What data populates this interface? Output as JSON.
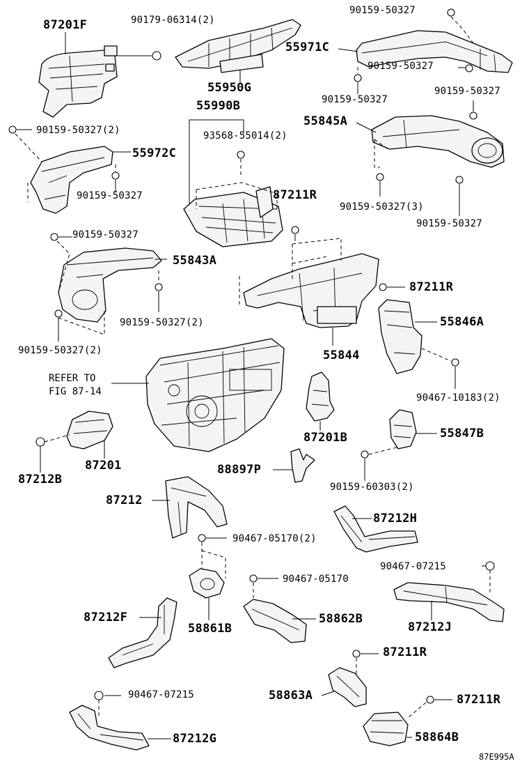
{
  "callouts": [
    {
      "id": "87201F",
      "text": "87201F"
    },
    {
      "id": "90179-06314",
      "text": "90179-06314(2)"
    },
    {
      "id": "90159-50327-a",
      "text": "90159-50327"
    },
    {
      "id": "55971C",
      "text": "55971C"
    },
    {
      "id": "90159-50327-b",
      "text": "90159-50327"
    },
    {
      "id": "55950G",
      "text": "55950G"
    },
    {
      "id": "90159-50327-c",
      "text": "90159-50327"
    },
    {
      "id": "90159-50327-d",
      "text": "90159-50327"
    },
    {
      "id": "55990B",
      "text": "55990B"
    },
    {
      "id": "55845A",
      "text": "55845A"
    },
    {
      "id": "90159-50327-e",
      "text": "90159-50327(2)"
    },
    {
      "id": "93568-55014",
      "text": "93568-55014(2)"
    },
    {
      "id": "55972C",
      "text": "55972C"
    },
    {
      "id": "90159-50327-f",
      "text": "90159-50327"
    },
    {
      "id": "87211R-a",
      "text": "87211R"
    },
    {
      "id": "90159-50327-g",
      "text": "90159-50327(3)"
    },
    {
      "id": "90159-50327-h",
      "text": "90159-50327"
    },
    {
      "id": "90159-50327-i",
      "text": "90159-50327"
    },
    {
      "id": "55843A",
      "text": "55843A"
    },
    {
      "id": "87211R-b",
      "text": "87211R"
    },
    {
      "id": "90159-50327-j",
      "text": "90159-50327(2)"
    },
    {
      "id": "55846A",
      "text": "55846A"
    },
    {
      "id": "90159-50327-k",
      "text": "90159-50327(2)"
    },
    {
      "id": "55844",
      "text": "55844"
    },
    {
      "id": "90467-10183",
      "text": "90467-10183(2)"
    },
    {
      "id": "87201B",
      "text": "87201B"
    },
    {
      "id": "55847B",
      "text": "55847B"
    },
    {
      "id": "87212B",
      "text": "87212B"
    },
    {
      "id": "87201",
      "text": "87201"
    },
    {
      "id": "88897P",
      "text": "88897P"
    },
    {
      "id": "90159-60303",
      "text": "90159-60303(2)"
    },
    {
      "id": "87212",
      "text": "87212"
    },
    {
      "id": "87212H",
      "text": "87212H"
    },
    {
      "id": "90467-05170-a",
      "text": "90467-05170(2)"
    },
    {
      "id": "90467-07215-a",
      "text": "90467-07215"
    },
    {
      "id": "90467-05170-b",
      "text": "90467-05170"
    },
    {
      "id": "87212F",
      "text": "87212F"
    },
    {
      "id": "58861B",
      "text": "58861B"
    },
    {
      "id": "58862B",
      "text": "58862B"
    },
    {
      "id": "87212J",
      "text": "87212J"
    },
    {
      "id": "87211R-c",
      "text": "87211R"
    },
    {
      "id": "90467-07215-b",
      "text": "90467-07215"
    },
    {
      "id": "58863A",
      "text": "58863A"
    },
    {
      "id": "87211R-d",
      "text": "87211R"
    },
    {
      "id": "87212G",
      "text": "87212G"
    },
    {
      "id": "58864B",
      "text": "58864B"
    }
  ],
  "refer_note": {
    "line1": "REFER TO",
    "line2": "FIG 87-14"
  },
  "figure_code": "87E995A"
}
